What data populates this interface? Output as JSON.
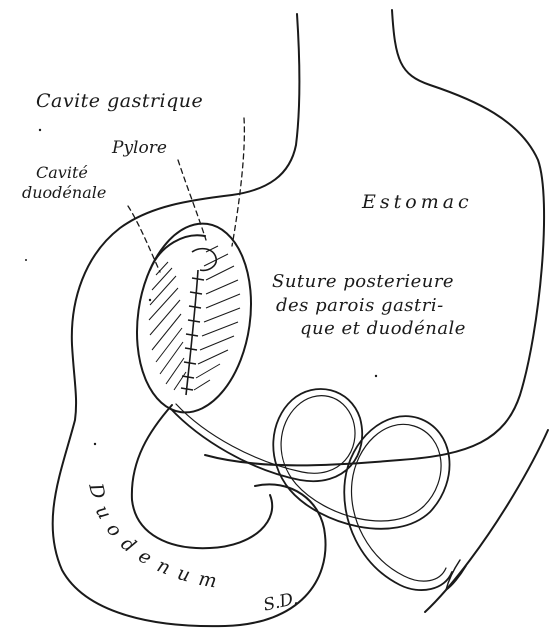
{
  "labels": {
    "cavite_gastrique": "Cavite gastrique",
    "pylore": "Pylore",
    "cavite_duodenale_line1": "Cavité",
    "cavite_duodenale_line2": "duodénale",
    "estomac": "Estomac",
    "suture_line1": "Suture posterieure",
    "suture_line2": "des parois gastri-",
    "suture_line3": "que et duodénale",
    "duodenum": "Duodenum",
    "signature": "S.D."
  },
  "colors": {
    "ink": "#1a1a1a",
    "paper": "#ffffff"
  }
}
